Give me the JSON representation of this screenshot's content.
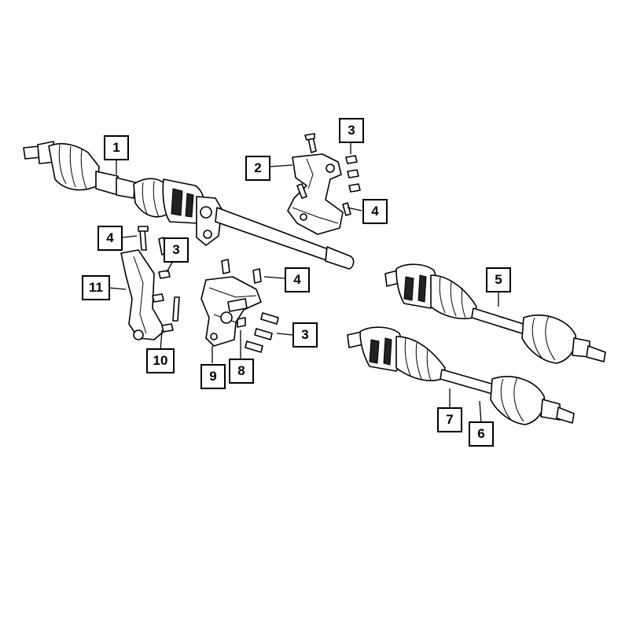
{
  "diagram": {
    "callouts": [
      {
        "id": "c1",
        "label": "1"
      },
      {
        "id": "c2",
        "label": "2"
      },
      {
        "id": "c3a",
        "label": "3"
      },
      {
        "id": "c4a",
        "label": "4"
      },
      {
        "id": "c4b",
        "label": "4"
      },
      {
        "id": "c3b",
        "label": "3"
      },
      {
        "id": "c11",
        "label": "11"
      },
      {
        "id": "c4c",
        "label": "4"
      },
      {
        "id": "c3c",
        "label": "3"
      },
      {
        "id": "c10",
        "label": "10"
      },
      {
        "id": "c9",
        "label": "9"
      },
      {
        "id": "c8",
        "label": "8"
      },
      {
        "id": "c5",
        "label": "5"
      },
      {
        "id": "c7",
        "label": "7"
      },
      {
        "id": "c6",
        "label": "6"
      }
    ],
    "colors": {
      "line": "#000000",
      "background": "#ffffff",
      "shade": "#222222"
    }
  }
}
